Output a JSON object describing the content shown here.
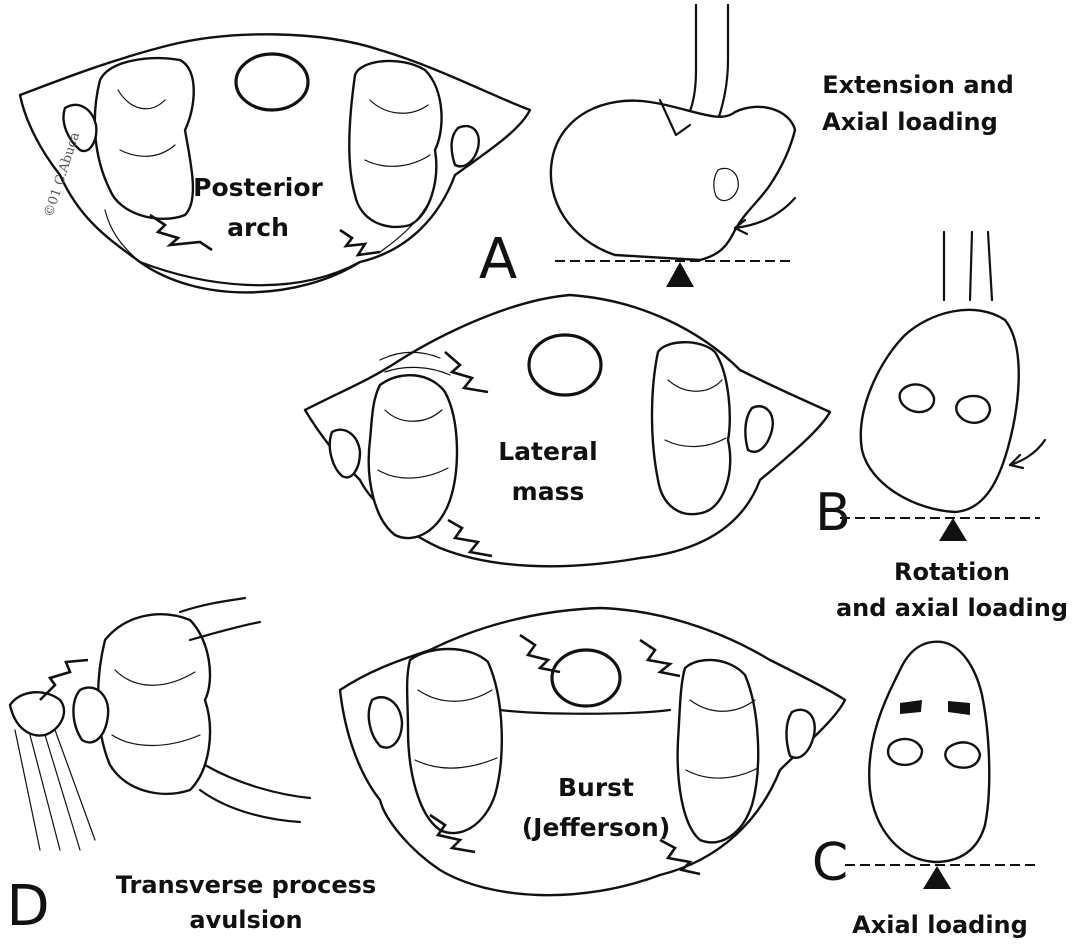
{
  "panels": {
    "a": {
      "letter": "A",
      "vertebra_label_line1": "Posterior",
      "vertebra_label_line2": "arch",
      "mechanism_line1": "Extension and",
      "mechanism_line2": "Axial loading"
    },
    "b": {
      "letter": "B",
      "vertebra_label_line1": "Lateral",
      "vertebra_label_line2": "mass",
      "mechanism_line1": "Rotation",
      "mechanism_line2": "and axial loading"
    },
    "c": {
      "letter": "C",
      "vertebra_label_line1": "Burst",
      "vertebra_label_line2": "(Jefferson)",
      "mechanism_line1": "Axial loading"
    },
    "d": {
      "letter": "D",
      "mechanism_line1": "Transverse process",
      "mechanism_line2": "avulsion"
    }
  },
  "signature": "©01 C.Abuca"
}
